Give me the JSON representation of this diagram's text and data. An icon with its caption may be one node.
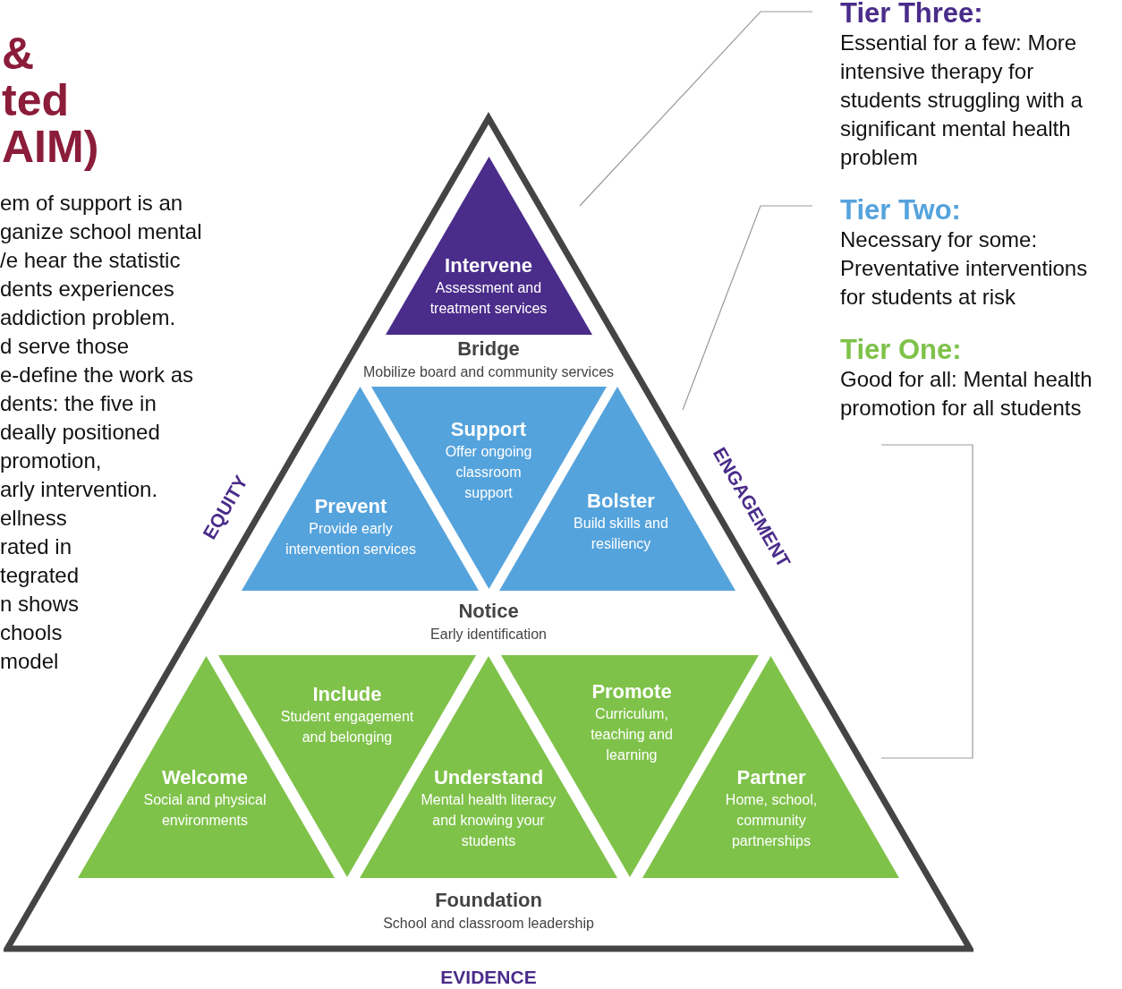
{
  "diagram": {
    "title": "& ted AIM)",
    "nodes": [
      {
        "text": [],
        "shape": "triangle"
      },
      {
        "text": [
          "Intervene",
          "Assessment and treatment services"
        ],
        "in": 0
      },
      {
        "text": [
          "Prevent",
          "Provide early intervention services"
        ],
        "in": 0
      },
      {
        "text": [
          "Support",
          "Offer ongoing classroom support"
        ],
        "in": 0
      },
      {
        "text": [
          "Bolster",
          "Build skills and resiliency"
        ],
        "in": 0
      },
      {
        "text": [
          "Welcome",
          "Social and physical environments"
        ],
        "in": 0
      },
      {
        "text": [
          "Include",
          "Student engagement and belonging"
        ],
        "in": 0
      },
      {
        "text": [
          "Understand",
          "Mental health literacy and knowing your students"
        ],
        "in": 0
      },
      {
        "text": [
          "Promote",
          "Curriculum, teaching and learning"
        ],
        "in": 0
      },
      {
        "text": [
          "Partner",
          "Home, school, community partnerships"
        ],
        "in": 0
      },
      {
        "text": [
          "Tier Three:",
          "Essential for a few: More intensive therapy for students struggling with a significant mental health problem"
        ]
      },
      {
        "text": [
          "Tier Two:",
          "Necessary for some: Preventative interventions for students at risk"
        ]
      },
      {
        "text": [
          "Tier One:",
          "Good for all: Mental health promotion for all students"
        ]
      }
    ],
    "edges": [
      {
        "from": 10,
        "to": 0,
        "arrow": "none"
      },
      {
        "from": 11,
        "to": 0,
        "arrow": "none"
      }
    ],
    "labels": [
      "em of support is an",
      "ganize school mental",
      "/e hear the statistic",
      "dents experiences",
      "addiction problem.",
      "d serve those",
      "e-define the work as",
      "dents: the five in",
      "deally positioned",
      "promotion,",
      "arly intervention.",
      "ellness",
      "rated in",
      "tegrated",
      "n shows",
      "chools",
      "model",
      "Bridge",
      "Mobilize board and community services",
      "EQUITY",
      "ENGAGEMENT",
      "Notice",
      "Early identification",
      "Foundation",
      "School and classroom leadership",
      "EVIDENCE"
    ]
  }
}
